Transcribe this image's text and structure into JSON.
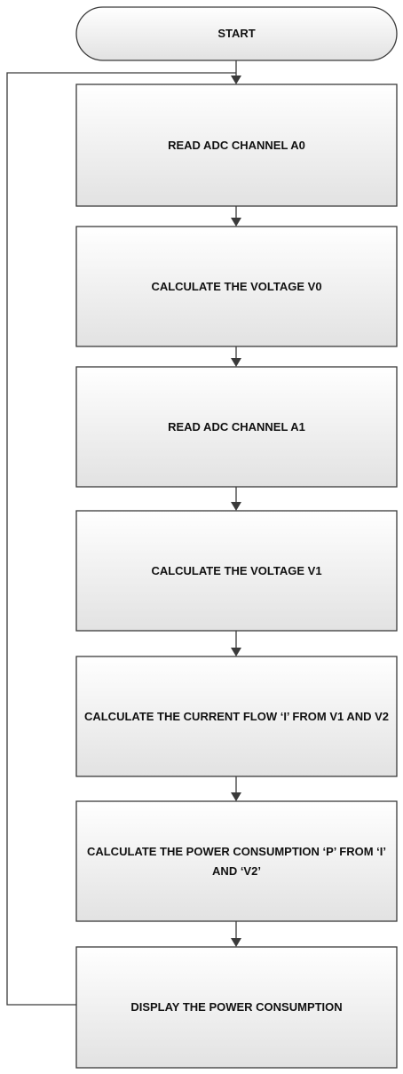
{
  "nodes": [
    {
      "id": "start",
      "shape": "terminator",
      "label": "START"
    },
    {
      "id": "read-a0",
      "shape": "process",
      "label": "READ ADC CHANNEL A0"
    },
    {
      "id": "calc-v0",
      "shape": "process",
      "label": "CALCULATE THE VOLTAGE V0"
    },
    {
      "id": "read-a1",
      "shape": "process",
      "label": "READ ADC CHANNEL A1"
    },
    {
      "id": "calc-v1",
      "shape": "process",
      "label": "CALCULATE THE VOLTAGE V1"
    },
    {
      "id": "calc-current",
      "shape": "process",
      "label": "CALCULATE THE CURRENT FLOW ‘I’ FROM V1 AND V2"
    },
    {
      "id": "calc-power",
      "shape": "process",
      "label": "CALCULATE THE POWER CONSUMPTION ‘P’ FROM ‘I’ AND ‘V2’"
    },
    {
      "id": "display-power",
      "shape": "process",
      "label": "DISPLAY THE POWER CONSUMPTION"
    }
  ],
  "edges": [
    {
      "from": "start",
      "to": "read-a0"
    },
    {
      "from": "read-a0",
      "to": "calc-v0"
    },
    {
      "from": "calc-v0",
      "to": "read-a1"
    },
    {
      "from": "read-a1",
      "to": "calc-v1"
    },
    {
      "from": "calc-v1",
      "to": "calc-current"
    },
    {
      "from": "calc-current",
      "to": "calc-power"
    },
    {
      "from": "calc-power",
      "to": "display-power"
    },
    {
      "from": "display-power",
      "to": "read-a0",
      "kind": "loop"
    }
  ],
  "colors": {
    "box_fill_top": "#ffffff",
    "box_fill_bottom": "#e2e2e2",
    "box_stroke": "#3a3a3a",
    "line": "#3a3a3a",
    "text": "#111111"
  }
}
